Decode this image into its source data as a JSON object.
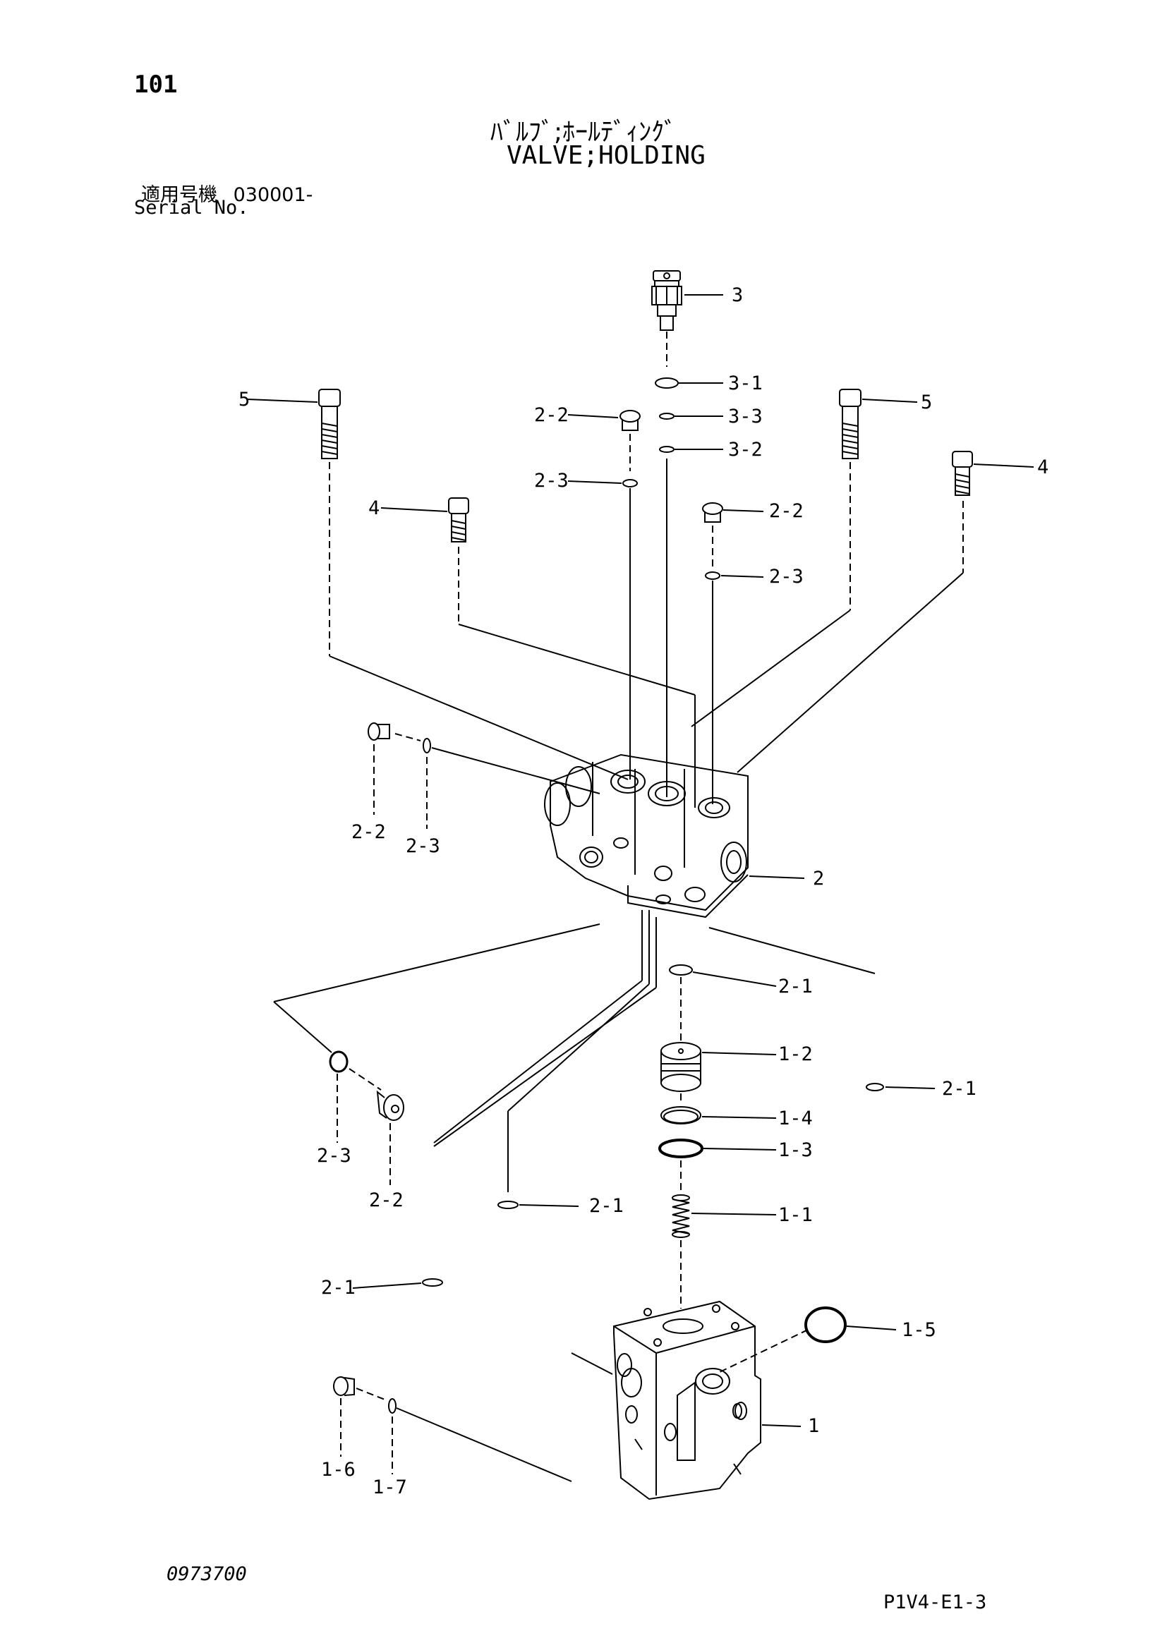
{
  "page_number": "101",
  "title_jp": "ﾊﾞﾙﾌﾞ;ﾎｰﾙﾃﾞｨﾝｸﾞ",
  "title_en": "VALVE;HOLDING",
  "serial": {
    "label_jp": "適用号機",
    "range": "030001-",
    "label_en": "Serial No."
  },
  "doc_number": "0973700",
  "page_code": "P1V4-E1-3",
  "callouts": [
    "3",
    "3-1",
    "3-3",
    "3-2",
    "2-2",
    "2-3",
    "5",
    "5",
    "4",
    "4",
    "2-2",
    "2-3",
    "2-2",
    "2-3",
    "2",
    "2-1",
    "1-2",
    "2-1",
    "1-4",
    "1-3",
    "2-3",
    "2-2",
    "2-1",
    "1-1",
    "2-1",
    "1-5",
    "1",
    "1-6",
    "1-7"
  ]
}
